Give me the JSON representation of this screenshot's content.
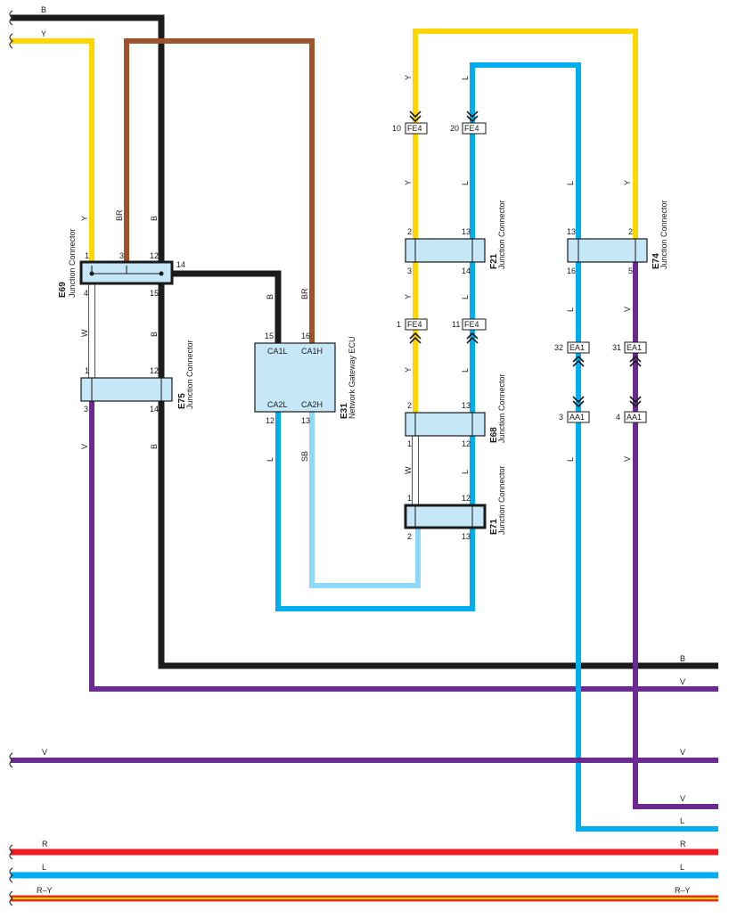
{
  "colors": {
    "B": "#1c1c1c",
    "Y": "#ffd600",
    "BR": "#a0522d",
    "W": "#ffffff",
    "V": "#6b2a8f",
    "L": "#00aeef",
    "SB": "#8fd8f8",
    "R": "#ee1c25",
    "R-Y": "#e53012",
    "connector_fill": "#c6e7f7"
  },
  "wire_codes": {
    "B": "B",
    "Y": "Y",
    "BR": "BR",
    "W": "W",
    "V": "V",
    "L": "L",
    "SB": "SB",
    "R": "R",
    "RY": "R–Y"
  },
  "connectors": {
    "e69": {
      "id": "E69",
      "name": "Junction Connector",
      "pins": [
        "1",
        "3",
        "12",
        "14",
        "4",
        "15"
      ]
    },
    "e75": {
      "id": "E75",
      "name": "Junction Connector",
      "pins": [
        "1",
        "12",
        "3",
        "14"
      ]
    },
    "e31": {
      "id": "E31",
      "name": "Network Gateway ECU",
      "pins": [
        "15",
        "16",
        "12",
        "13"
      ],
      "terminals": [
        "CA1L",
        "CA1H",
        "CA2L",
        "CA2H"
      ]
    },
    "f21": {
      "id": "F21",
      "name": "Junction Connector",
      "pins": [
        "2",
        "13",
        "3",
        "14"
      ]
    },
    "e74": {
      "id": "E74",
      "name": "Junction Connector",
      "pins": [
        "13",
        "2",
        "16",
        "5"
      ]
    },
    "e68": {
      "id": "E68",
      "name": "Junction Connector",
      "pins": [
        "2",
        "13",
        "1",
        "12"
      ]
    },
    "e71": {
      "id": "E71",
      "name": "Junction Connector",
      "pins": [
        "1",
        "12",
        "2",
        "13"
      ]
    }
  },
  "inline": {
    "fe4": "FE4",
    "ea1": "EA1",
    "aa1": "AA1",
    "pins": {
      "fe4_y_top": "10",
      "fe4_l_top": "20",
      "fe4_y_bot": "1",
      "fe4_l_bot": "11",
      "ea1_l": "32",
      "ea1_v": "31",
      "aa1_l": "3",
      "aa1_v": "4"
    }
  }
}
